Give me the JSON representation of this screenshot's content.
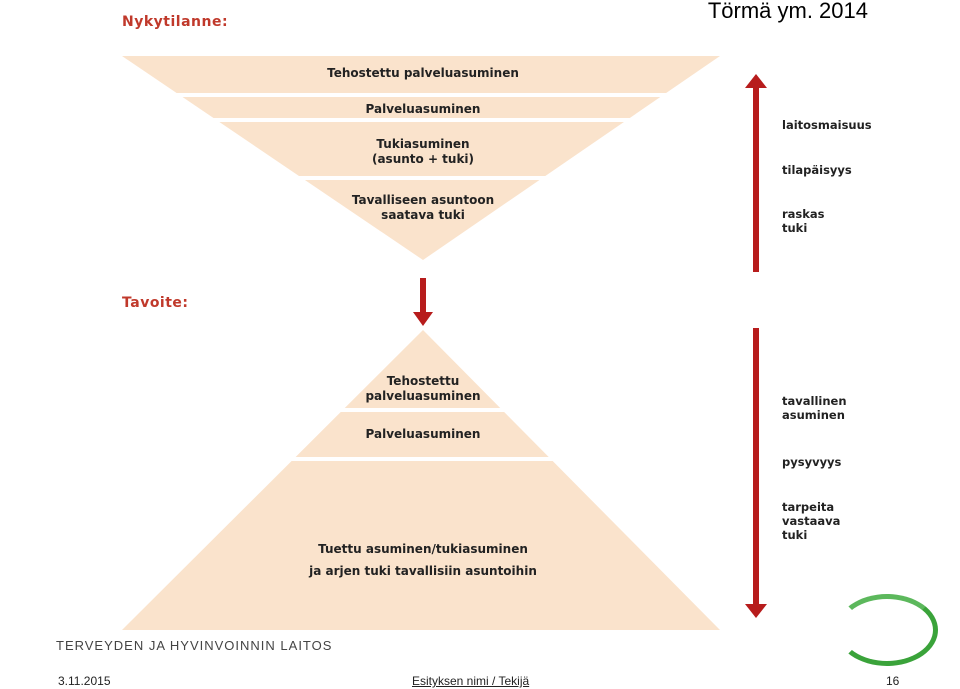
{
  "attribution": "Törmä ym. 2014",
  "current": {
    "title": "Nykytilanne:",
    "tiers": [
      {
        "lines": [
          "Tehostettu palveluasuminen"
        ]
      },
      {
        "lines": [
          "Palveluasuminen"
        ]
      },
      {
        "lines": [
          "Tukiasuminen",
          "(asunto + tuki)"
        ]
      },
      {
        "lines": [
          "Tavalliseen asuntoon",
          "saatava tuki"
        ]
      }
    ],
    "side_labels": [
      "laitosmaisuus",
      "tilapäisyys",
      "raskas tuki"
    ]
  },
  "goal": {
    "title": "Tavoite:",
    "tiers": [
      {
        "lines": [
          "Tehostettu",
          "palveluasuminen"
        ]
      },
      {
        "lines": [
          "Palveluasuminen"
        ]
      },
      {
        "lines": [
          "Tuettu asuminen/tukiasuminen",
          "ja arjen tuki tavallisiin asuntoihin"
        ]
      }
    ],
    "side_labels": [
      [
        "tavallinen",
        "asuminen"
      ],
      [
        "pysyvyys"
      ],
      [
        "tarpeita",
        "vastaava tuki"
      ]
    ]
  },
  "footer": {
    "organization": "TERVEYDEN JA HYVINVOINNIN LAITOS",
    "date": "3.11.2015",
    "presentation": "Esityksen nimi / Tekijä",
    "page": "16"
  },
  "colors": {
    "fill": "#fae3cc",
    "divider": "#ffffff",
    "arrow": "#b71c1c",
    "title": "#c0392b",
    "logo": "#3aa33a"
  }
}
